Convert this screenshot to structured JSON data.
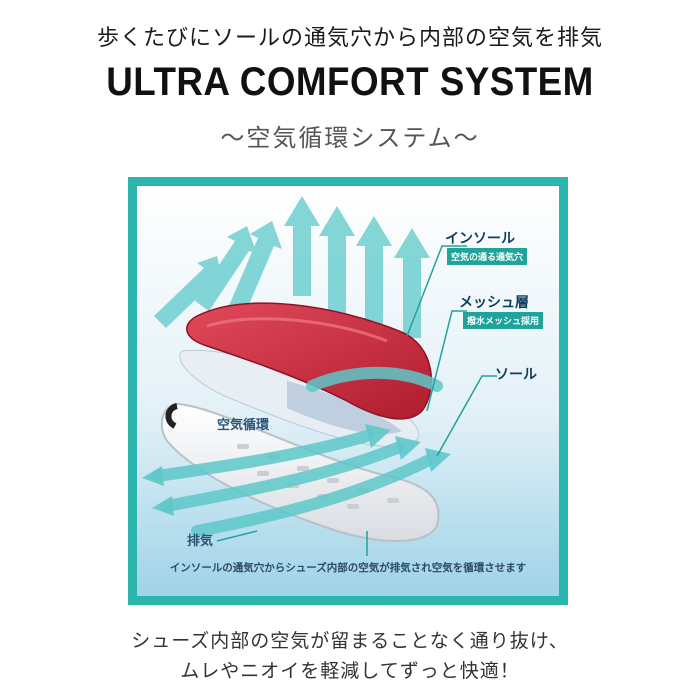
{
  "header": {
    "jp_line": "歩くたびにソールの通気穴から内部の空気を排気",
    "en_title": "ULTRA COMFORT SYSTEM",
    "subtitle": "～空気循環システム～"
  },
  "diagram": {
    "labels": {
      "insole": "インソール",
      "insole_note": "空気の通る通気穴",
      "mesh": "メッシュ層",
      "mesh_note": "撥水メッシュ採用",
      "sole": "ソール",
      "circulation": "空気循環",
      "exhaust": "排気"
    },
    "caption": "インソールの通気穴からシューズ内部の空気が排気され空気を循環させます",
    "colors": {
      "frame": "#2cb5ad",
      "arrow": "#5ec8c9",
      "insole": "#c8233a",
      "sky": "#cfe6f2"
    }
  },
  "footer": {
    "line1": "シューズ内部の空気が留まることなく通り抜け、",
    "line2": "ムレやニオイを軽減してずっと快適！"
  }
}
